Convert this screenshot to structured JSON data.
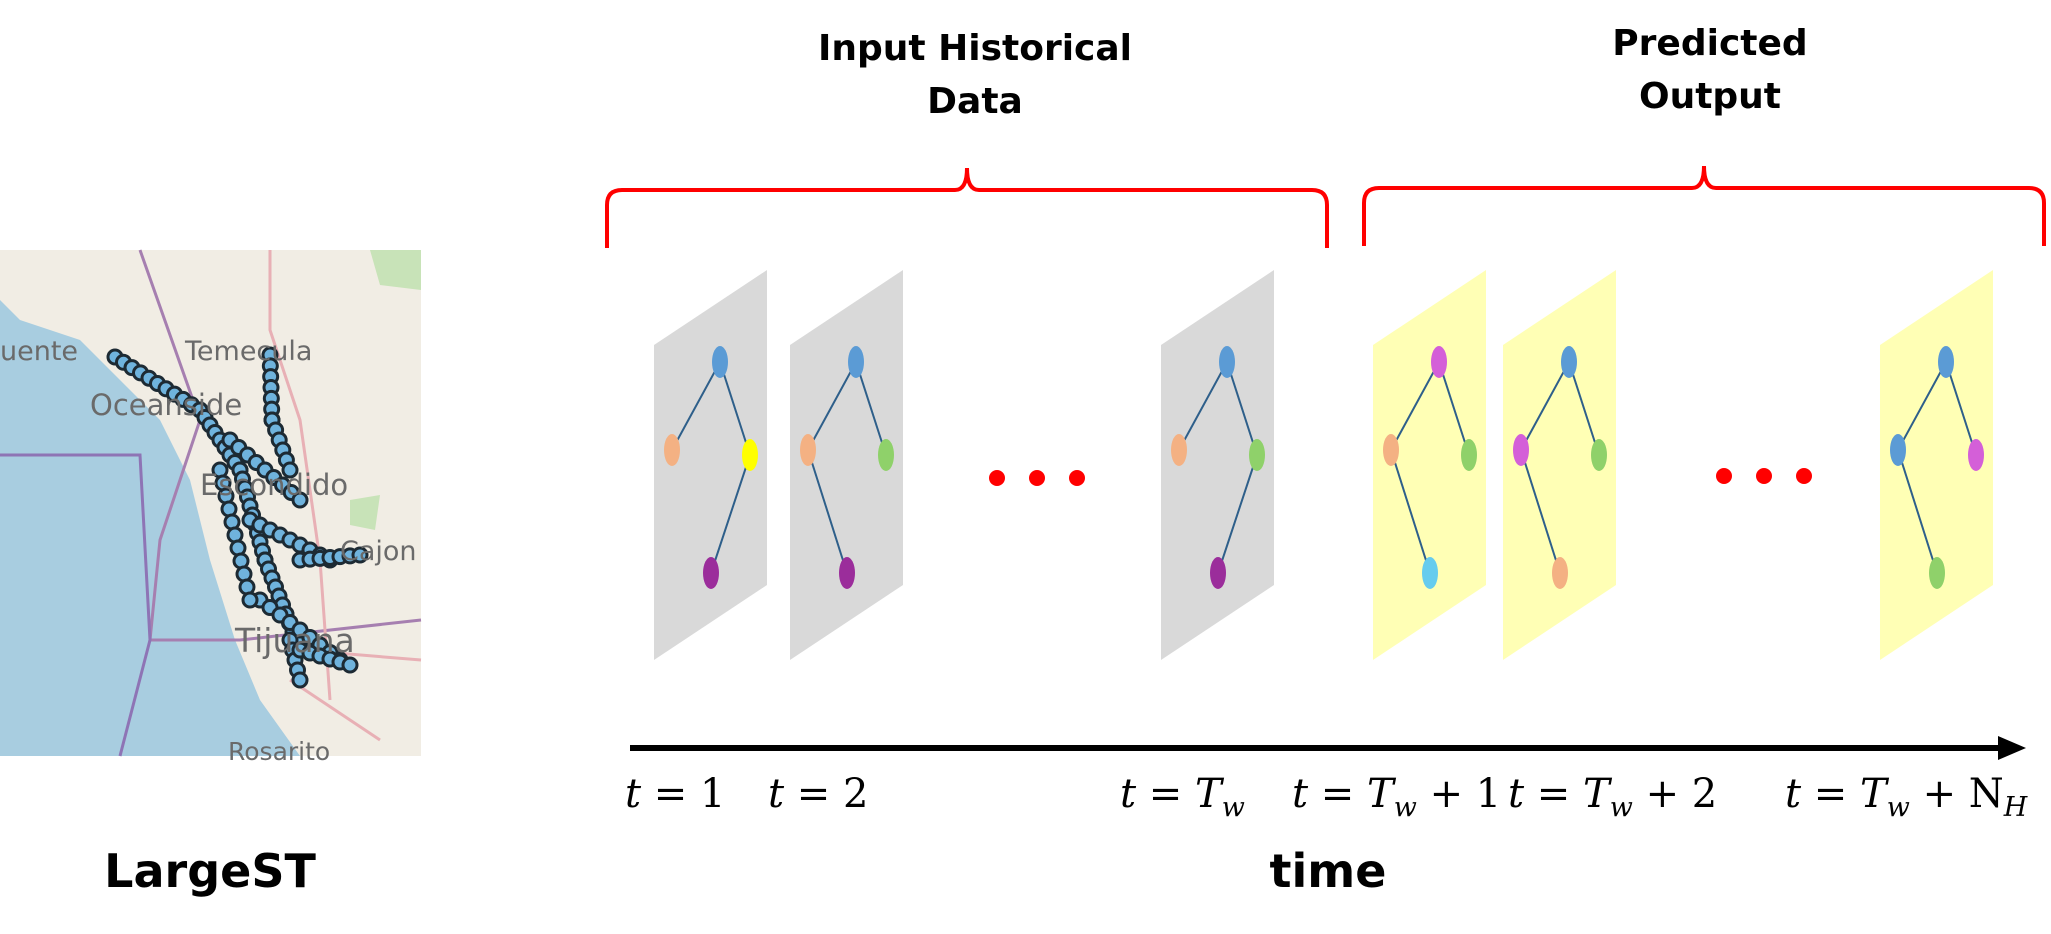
{
  "labels": {
    "dataset": "LargeST",
    "time_axis": "time",
    "input_bracket": "Input Historical\nData",
    "output_bracket": "Predicted\nOutput",
    "ellipsis": "• • •"
  },
  "map": {
    "place_names": [
      "uente",
      "Temecula",
      "Oceanside",
      "Escondido",
      "Cajon",
      "Tijuana",
      "Rosarito"
    ]
  },
  "time_ticks": [
    {
      "var": "t",
      "op": "=",
      "val": "1",
      "sub": ""
    },
    {
      "var": "t",
      "op": "=",
      "val": "2",
      "sub": ""
    },
    {
      "var": "t",
      "op": "=",
      "val": "T",
      "sub": "w"
    },
    {
      "var": "t",
      "op": "=",
      "val": "T",
      "sub": "w",
      "tail": "+ 1"
    },
    {
      "var": "t",
      "op": "=",
      "val": "T",
      "sub": "w",
      "tail": "+ 2"
    },
    {
      "var": "t",
      "op": "=",
      "val": "T",
      "sub": "w",
      "tail": "+ N",
      "tailsub": "H"
    }
  ],
  "colors": {
    "bracket": "#ff0000",
    "input_panel": "#d9d9d9",
    "output_panel": "#ffffb5",
    "edge": "#2e5f8a",
    "ellipsis": "#ff0000",
    "arrow": "#000000"
  },
  "panels": [
    {
      "group": "input",
      "nodes": [
        "#5b9bd5",
        "#f4b183",
        "#ffff00",
        "#9b2d9b"
      ]
    },
    {
      "group": "input",
      "nodes": [
        "#5b9bd5",
        "#f4b183",
        "#8fd16a",
        "#9b2d9b"
      ]
    },
    {
      "group": "input",
      "nodes": [
        "#5b9bd5",
        "#f4b183",
        "#8fd16a",
        "#9b2d9b"
      ]
    },
    {
      "group": "output",
      "nodes": [
        "#d45fd8",
        "#f4b183",
        "#8fd16a",
        "#66ccee"
      ]
    },
    {
      "group": "output",
      "nodes": [
        "#5b9bd5",
        "#d45fd8",
        "#8fd16a",
        "#f4b183"
      ]
    },
    {
      "group": "output",
      "nodes": [
        "#5b9bd5",
        "#5b9bd5",
        "#d45fd8",
        "#8fd16a"
      ]
    }
  ]
}
